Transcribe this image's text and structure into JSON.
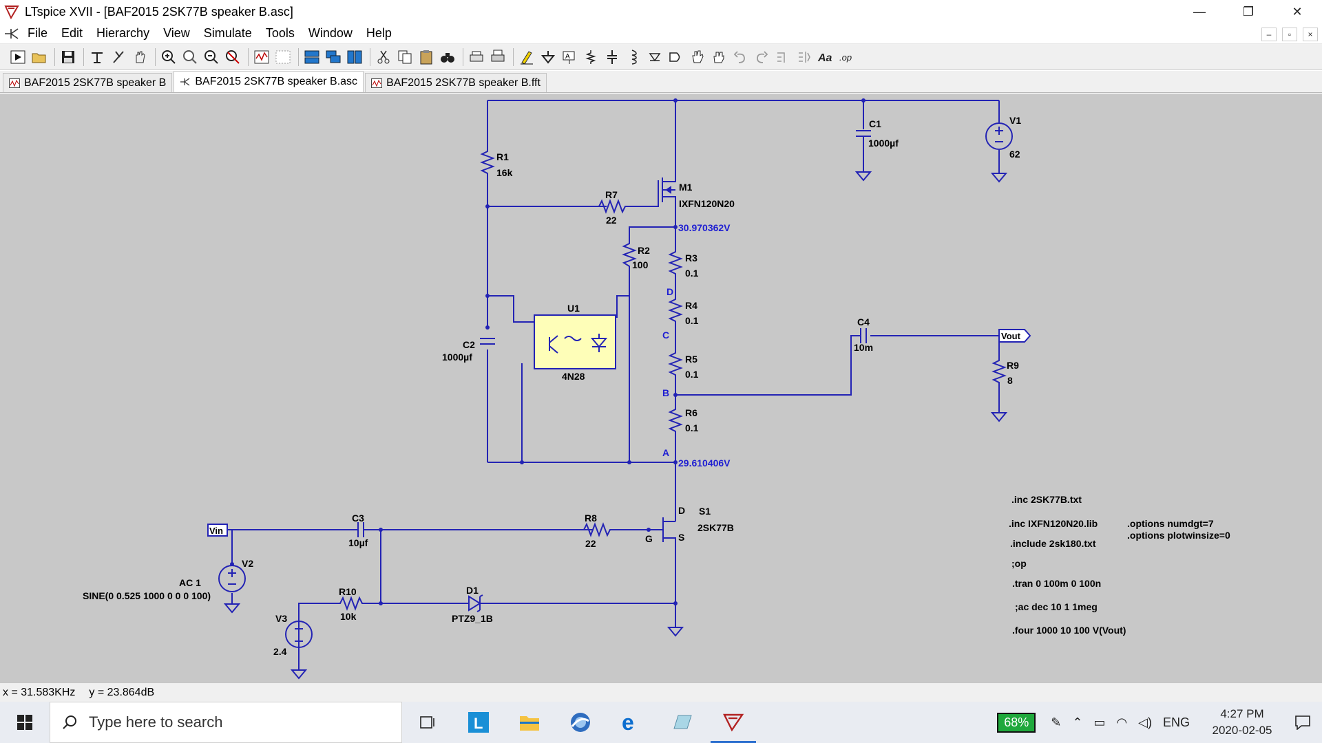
{
  "window": {
    "title": "LTspice XVII - [BAF2015 2SK77B speaker B.asc]",
    "minimize_glyph": "—",
    "restore_glyph": "❐",
    "close_glyph": "✕"
  },
  "menu": {
    "items": [
      "File",
      "Edit",
      "Hierarchy",
      "View",
      "Simulate",
      "Tools",
      "Window",
      "Help"
    ]
  },
  "tabs": [
    {
      "label": "BAF2015 2SK77B speaker B",
      "icon": "waveform-icon"
    },
    {
      "label": "BAF2015 2SK77B speaker B.asc",
      "icon": "schematic-icon"
    },
    {
      "label": "BAF2015 2SK77B speaker B.fft",
      "icon": "waveform-icon"
    }
  ],
  "schematic": {
    "components": {
      "R1": {
        "name": "R1",
        "value": "16k"
      },
      "R2": {
        "name": "R2",
        "value": "100"
      },
      "R3": {
        "name": "R3",
        "value": "0.1"
      },
      "R4": {
        "name": "R4",
        "value": "0.1"
      },
      "R5": {
        "name": "R5",
        "value": "0.1"
      },
      "R6": {
        "name": "R6",
        "value": "0.1"
      },
      "R7": {
        "name": "R7",
        "value": "22"
      },
      "R8": {
        "name": "R8",
        "value": "22"
      },
      "R9": {
        "name": "R9",
        "value": "8"
      },
      "R10": {
        "name": "R10",
        "value": "10k"
      },
      "C1": {
        "name": "C1",
        "value": "1000µf"
      },
      "C2": {
        "name": "C2",
        "value": "1000µf"
      },
      "C3": {
        "name": "C3",
        "value": "10µf"
      },
      "C4": {
        "name": "C4",
        "value": "10m"
      },
      "V1": {
        "name": "V1",
        "value": "62"
      },
      "V2": {
        "name": "V2",
        "ac": "AC 1",
        "value": "SINE(0 0.525 1000 0 0 0 100)"
      },
      "V3": {
        "name": "V3",
        "value": "2.4"
      },
      "M1": {
        "name": "M1",
        "value": "IXFN120N20"
      },
      "S1": {
        "name": "S1",
        "value": "2SK77B",
        "pin_d": "D",
        "pin_g": "G",
        "pin_s": "S"
      },
      "U1": {
        "name": "U1",
        "value": "4N28"
      },
      "D1": {
        "name": "D1",
        "value": "PTZ9_1B"
      }
    },
    "nodes": {
      "a": "A",
      "b": "B",
      "c": "C",
      "d": "D"
    },
    "voltages": {
      "top": "30.970362V",
      "bottom": "29.610406V"
    },
    "ports": {
      "vin": "Vin",
      "vout": "Vout"
    },
    "directives": [
      ".inc 2SK77B.txt",
      ".inc IXFN120N20.lib",
      ".include 2sk180.txt",
      ";op",
      ".tran 0 100m 0 100n",
      ";ac dec 10 1 1meg",
      ".four 1000 10 100 V(Vout)"
    ],
    "options": [
      ".options numdgt=7",
      ".options plotwinsize=0"
    ],
    "wire_color": "#2323b4",
    "text_color": "#000000",
    "voltage_color": "#1e1ed2",
    "background_color": "#c8c8c8"
  },
  "status": {
    "x": "x = 31.583KHz",
    "y": "y = 23.864dB"
  },
  "taskbar": {
    "search_placeholder": "Type here to search",
    "battery": "68%",
    "language": "ENG",
    "time": "4:27 PM",
    "date": "2020-02-05"
  }
}
